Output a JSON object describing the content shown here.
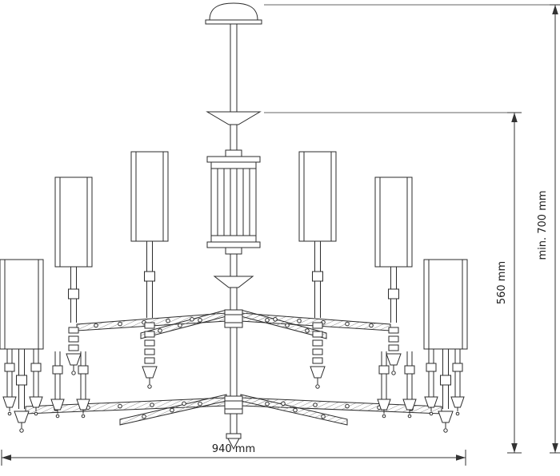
{
  "diagram": {
    "subject": "chandelier technical line drawing, front elevation, two-tier candle chandelier with cylindrical shades",
    "style": {
      "line_color": "#2b2b2b",
      "dimension_color": "#333333",
      "background": "#ffffff"
    },
    "dimensions": {
      "width_label": "940 mm",
      "height_label": "560 mm",
      "min_height_label": "min. 700 mm"
    }
  }
}
